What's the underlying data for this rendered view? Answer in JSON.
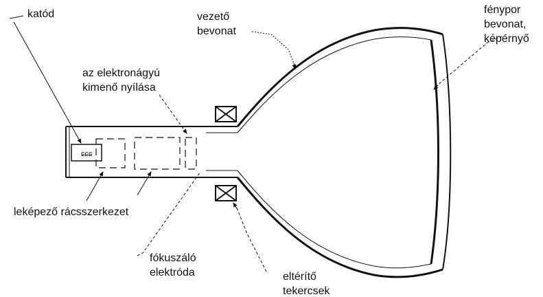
{
  "labels": {
    "katod": "katód",
    "vezeto_bevonat": [
      "vezető",
      "bevonat"
    ],
    "fenypor_bevonat": [
      "fénypor",
      "bevonat,",
      "képernyő"
    ],
    "kimeno_nyilas": [
      "az elektronágyú",
      "kimenő nyílása"
    ],
    "rácsszerkezet": "leképező rácsszerkezet",
    "fokuszalo": [
      "fókuszáló",
      "elektróda"
    ],
    "elterito": [
      "eltérítő",
      "tekercsek"
    ]
  },
  "colors": {
    "line": "#111111",
    "background": "#ffffff"
  }
}
